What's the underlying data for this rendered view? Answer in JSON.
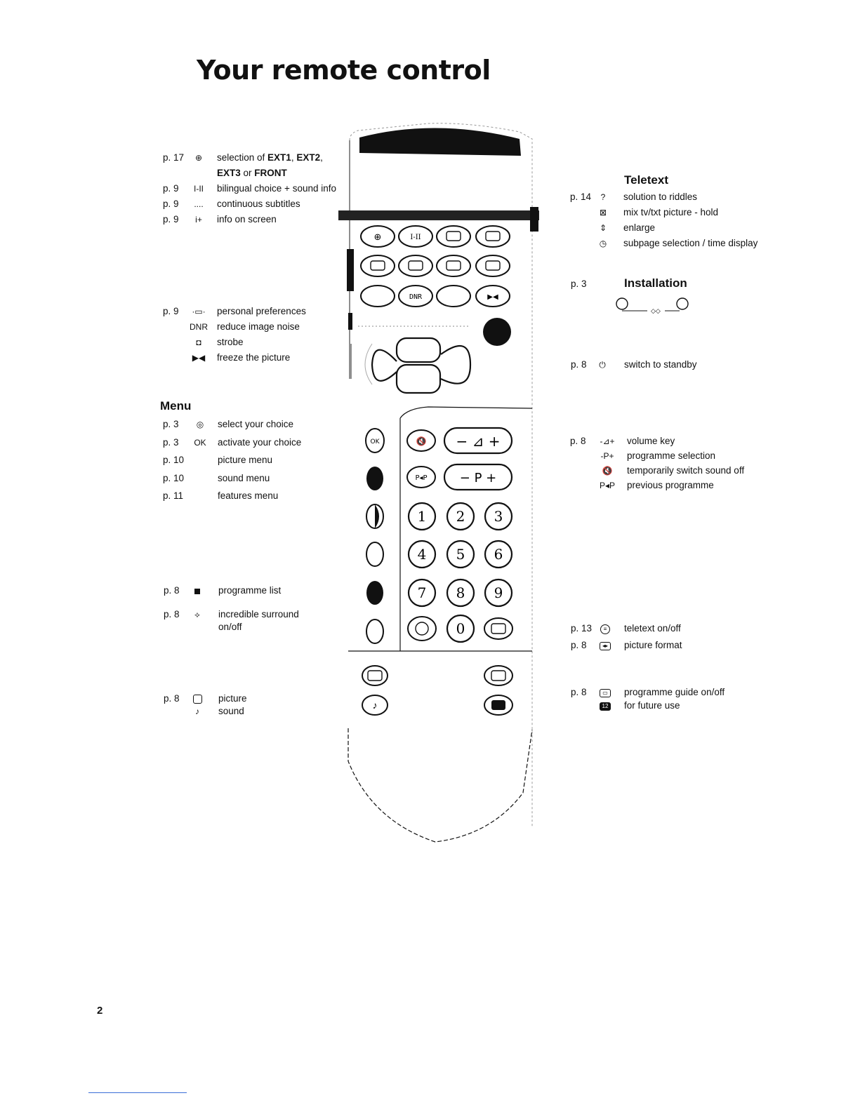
{
  "page": {
    "title": "Your remote control",
    "page_number": "2"
  },
  "left": {
    "top_items": [
      {
        "page": "p. 17",
        "icon": "ext-source-icon",
        "glyph": "⊕",
        "label_html": "selection of <b>EXT1</b>, <b>EXT2</b>,"
      },
      {
        "page": "",
        "icon": "",
        "glyph": "",
        "label_html": "<b>EXT3</b> or <b>FRONT</b>"
      },
      {
        "page": "p. 9",
        "icon": "bilingual-icon",
        "glyph": "I-II",
        "label_html": "bilingual choice + sound info"
      },
      {
        "page": "p. 9",
        "icon": "subtitles-icon",
        "glyph": "....",
        "label_html": "continuous subtitles"
      },
      {
        "page": "p. 9",
        "icon": "info-icon",
        "glyph": "i+",
        "label_html": "info on screen"
      }
    ],
    "picture_items": [
      {
        "page": "p. 9",
        "icon": "personal-preferences-icon",
        "glyph": "·▭·",
        "label": "personal preferences"
      },
      {
        "page": "",
        "icon": "dnr-icon",
        "glyph": "DNR",
        "label": "reduce image noise"
      },
      {
        "page": "",
        "icon": "strobe-icon",
        "glyph": "◘",
        "label": "strobe"
      },
      {
        "page": "",
        "icon": "freeze-icon",
        "glyph": "▶◀",
        "label": "freeze the picture"
      }
    ],
    "menu_heading": "Menu",
    "menu_items": [
      {
        "page": "p. 3",
        "icon": "cursor-icon",
        "glyph": "◎",
        "label": "select your choice"
      },
      {
        "page": "p. 3",
        "icon": "ok-icon",
        "glyph": "OK",
        "label": "activate your choice"
      },
      {
        "page": "p. 10",
        "icon": "picture-menu-icon",
        "glyph": "",
        "label": "picture menu"
      },
      {
        "page": "p. 10",
        "icon": "sound-menu-icon",
        "glyph": "",
        "label": "sound menu"
      },
      {
        "page": "p. 11",
        "icon": "features-menu-icon",
        "glyph": "",
        "label": "features menu"
      }
    ],
    "programme_list": {
      "page": "p. 8",
      "label": "programme list"
    },
    "surround": {
      "page": "p. 8",
      "label": "incredible surround",
      "label2": "on/off"
    },
    "picture_sound": {
      "page": "p. 8",
      "label1": "picture",
      "label2": "sound"
    }
  },
  "right": {
    "teletext_heading": "Teletext",
    "teletext_items": [
      {
        "page": "p. 14",
        "icon": "riddle-icon",
        "glyph": "?",
        "label": "solution to riddles"
      },
      {
        "page": "",
        "icon": "mix-icon",
        "glyph": "⊠",
        "label": "mix tv/txt picture - hold"
      },
      {
        "page": "",
        "icon": "enlarge-icon",
        "glyph": "⇕",
        "label": "enlarge"
      },
      {
        "page": "",
        "icon": "subpage-icon",
        "glyph": "◷",
        "label": "subpage selection / time display"
      }
    ],
    "installation": {
      "page": "p. 3",
      "heading": "Installation"
    },
    "standby": {
      "page": "p. 8",
      "label": "switch to standby"
    },
    "volume_items": [
      {
        "page": "p. 8",
        "icon": "volume-key-icon",
        "glyph": "-⊿+",
        "label": "volume key"
      },
      {
        "page": "",
        "icon": "programme-select-icon",
        "glyph": "-P+",
        "label": "programme selection"
      },
      {
        "page": "",
        "icon": "mute-icon",
        "glyph": "🔇",
        "label": "temporarily switch sound off"
      },
      {
        "page": "",
        "icon": "previous-programme-icon",
        "glyph": "P◂P",
        "label": "previous programme"
      }
    ],
    "teletext_onoff": {
      "page": "p. 13",
      "label": "teletext on/off"
    },
    "picture_format": {
      "page": "p. 8",
      "label": "picture format"
    },
    "programme_guide": {
      "page": "p. 8",
      "label": "programme guide on/off"
    },
    "future_use": {
      "page": "",
      "label": "for future use"
    }
  },
  "remote": {
    "digits": [
      "1",
      "2",
      "3",
      "4",
      "5",
      "6",
      "7",
      "8",
      "9",
      "0"
    ],
    "ok": "OK",
    "pp": "P◂P",
    "dnr": "DNR",
    "bilingual": "I-II",
    "prog_key": "− P +",
    "vol_key": "− ⊿ +"
  }
}
